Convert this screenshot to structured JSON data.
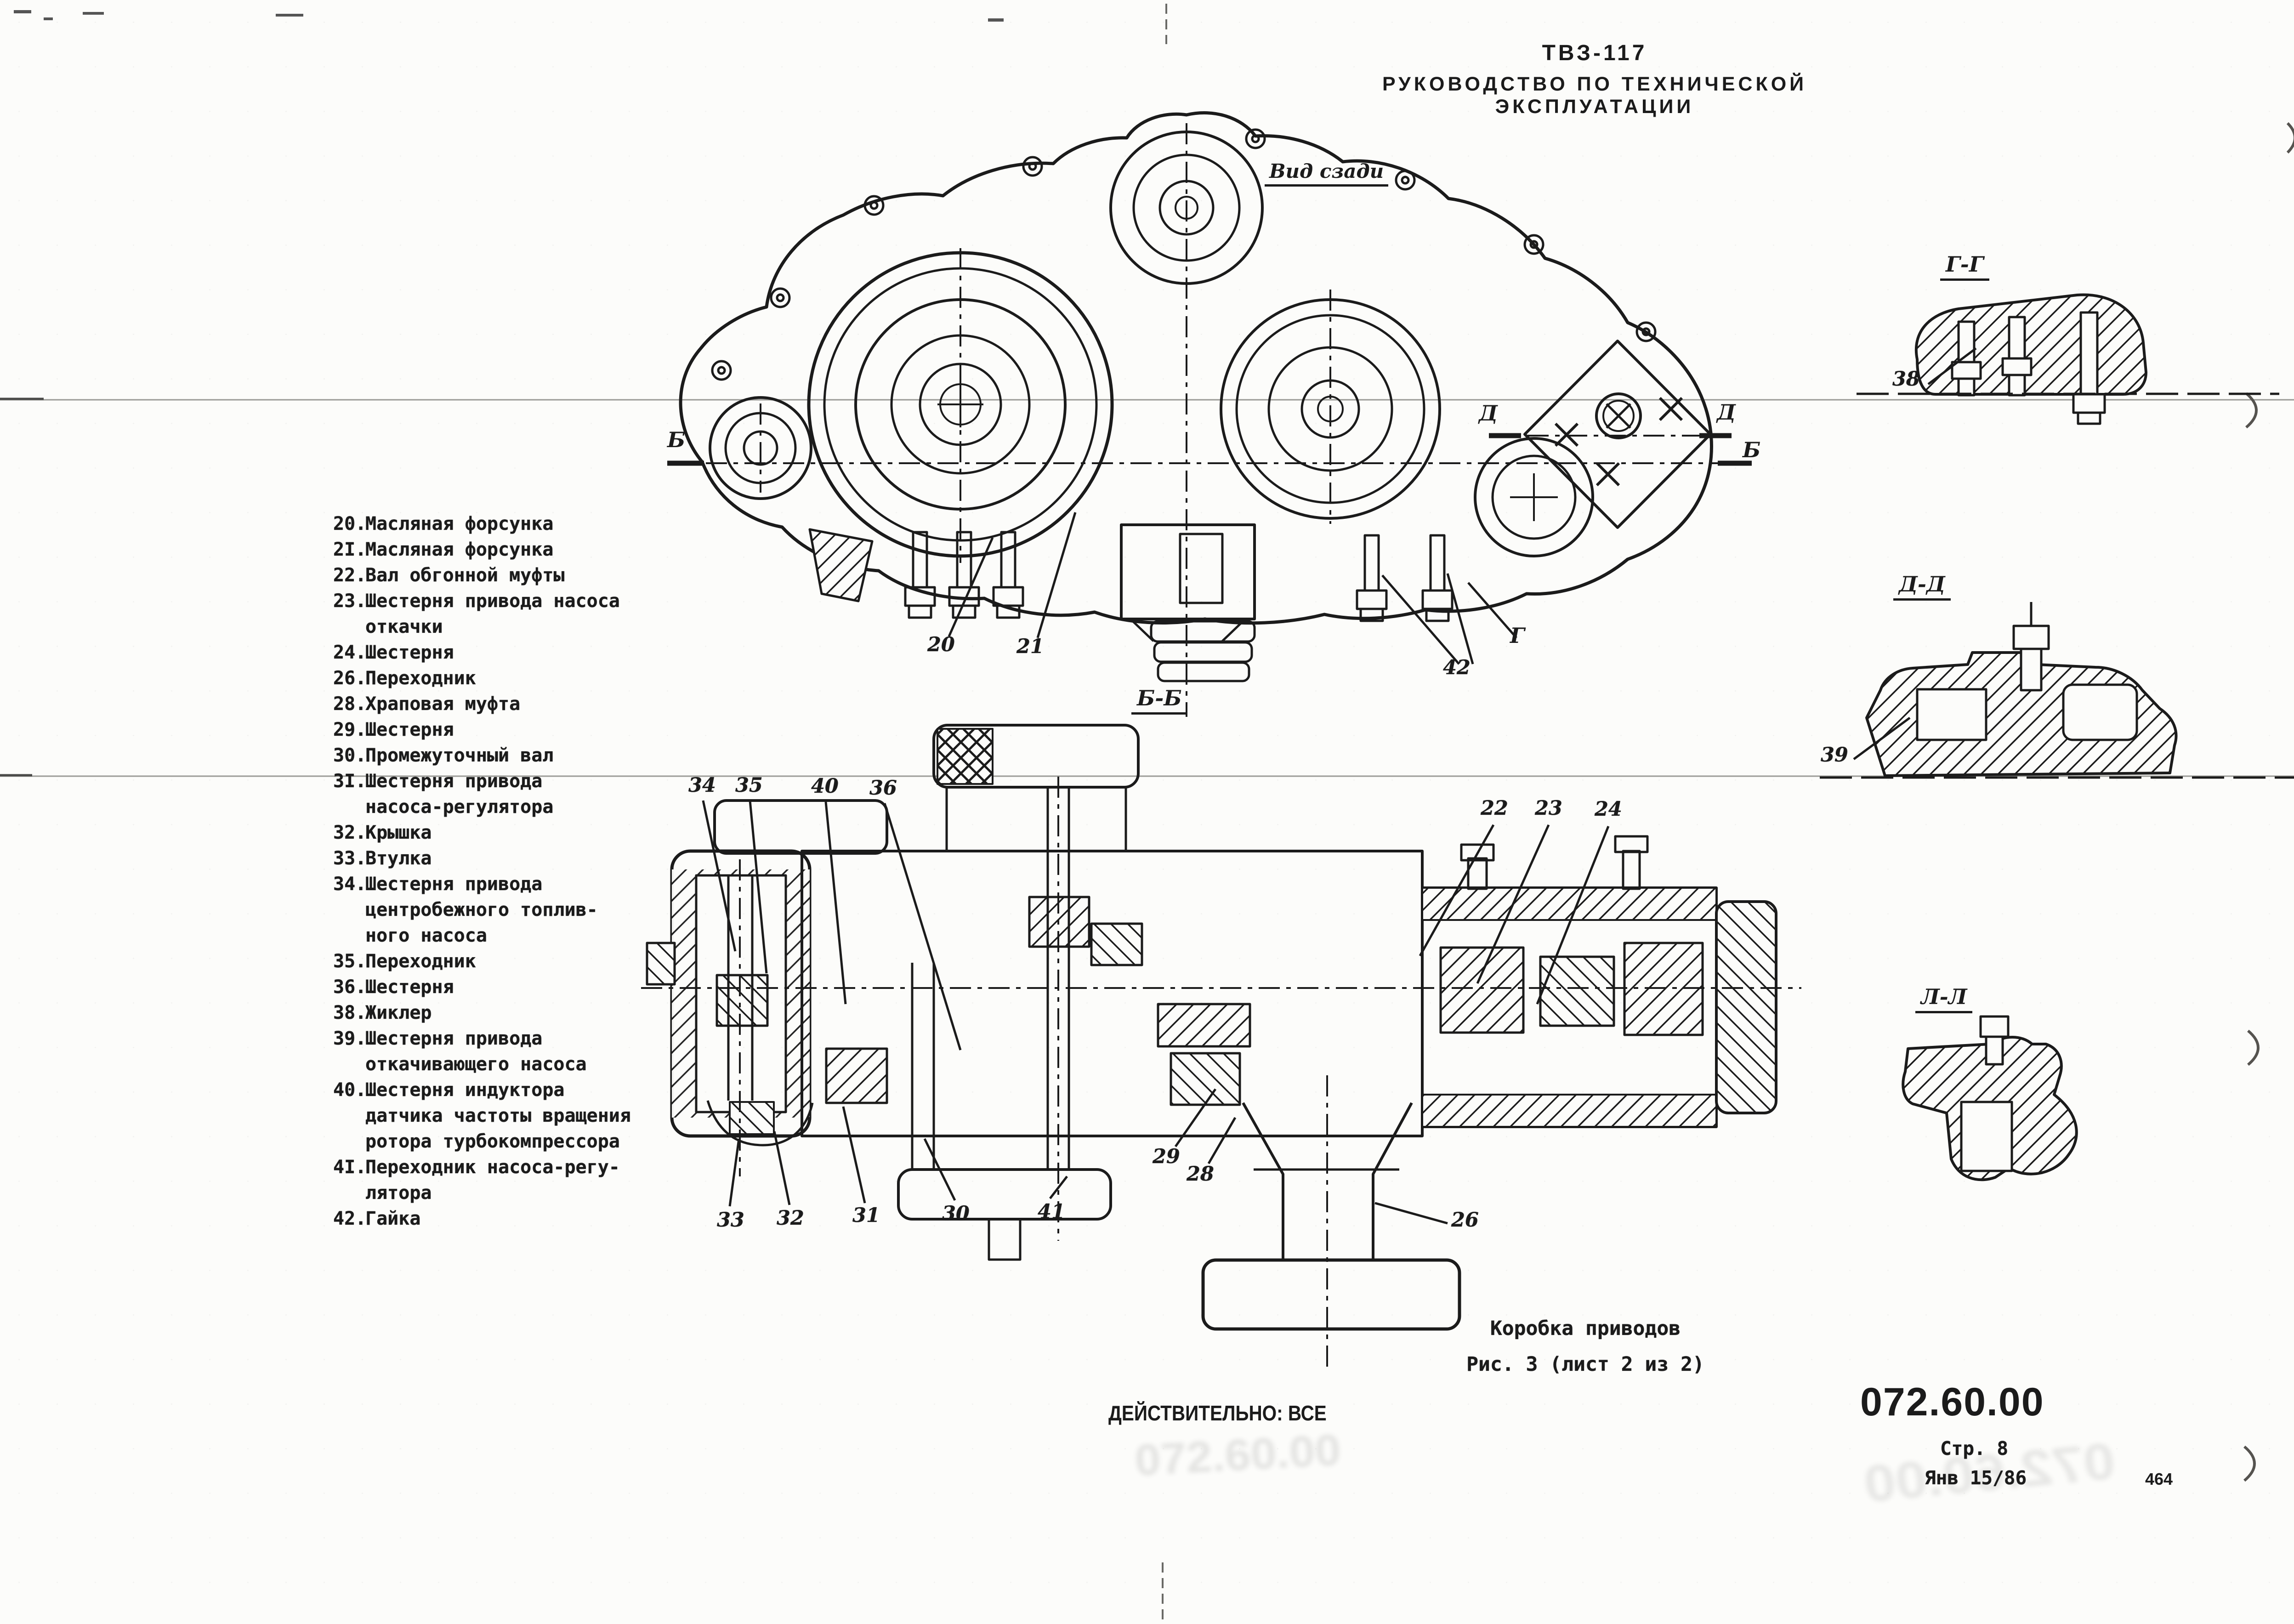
{
  "header": {
    "model": "ТВЗ-117",
    "title": "РУКОВОДСТВО ПО ТЕХНИЧЕСКОЙ ЭКСПЛУАТАЦИИ"
  },
  "parts_list": [
    {
      "num": "20.",
      "text": "Масляная форсунка"
    },
    {
      "num": "2I.",
      "text": "Масляная форсунка"
    },
    {
      "num": "22.",
      "text": "Вал обгонной муфты"
    },
    {
      "num": "23.",
      "text": "Шестерня привода насоса\nоткачки"
    },
    {
      "num": "24.",
      "text": "Шестерня"
    },
    {
      "num": "26.",
      "text": "Переходник"
    },
    {
      "num": "28.",
      "text": "Храповая муфта"
    },
    {
      "num": "29.",
      "text": "Шестерня"
    },
    {
      "num": "30.",
      "text": "Промежуточный вал"
    },
    {
      "num": "3I.",
      "text": "Шестерня привода\nнасоса-регулятора"
    },
    {
      "num": "32.",
      "text": "Крышка"
    },
    {
      "num": "33.",
      "text": "Втулка"
    },
    {
      "num": "34.",
      "text": "Шестерня привода\nцентробежного топлив-\nного насоса"
    },
    {
      "num": "35.",
      "text": "Переходник"
    },
    {
      "num": "36.",
      "text": "Шестерня"
    },
    {
      "num": "38.",
      "text": "Жиклер"
    },
    {
      "num": "39.",
      "text": "Шестерня привода\nоткачивающего насоса"
    },
    {
      "num": "40.",
      "text": "Шестерня индуктора\nдатчика частоты вращения\nротора турбокомпрессора"
    },
    {
      "num": "4I.",
      "text": "Переходник насоса-регу-\nлятора"
    },
    {
      "num": "42.",
      "text": "Гайка"
    }
  ],
  "drawing": {
    "rear_view_label": "Вид сзади",
    "section_labels": {
      "bb": "Б-Б",
      "gg": "Г-Г",
      "dd": "Д-Д",
      "ll": "Л-Л"
    },
    "markers": {
      "b": "Б",
      "d": "Д",
      "g": "Г"
    },
    "callouts": {
      "c20": "20",
      "c21": "21",
      "c22": "22",
      "c23": "23",
      "c24": "24",
      "c26": "26",
      "c28": "28",
      "c29": "29",
      "c30": "30",
      "c31": "31",
      "c32": "32",
      "c33": "33",
      "c34": "34",
      "c35": "35",
      "c36": "36",
      "c38": "38",
      "c39": "39",
      "c40": "40",
      "c41": "41",
      "c42": "42"
    }
  },
  "caption": {
    "title": "Коробка приводов",
    "figure": "Рис. 3 (лист 2 из 2)"
  },
  "validity": "ДЕЙСТВИТЕЛЬНО: ВСЕ",
  "footer": {
    "document_number": "072.60.00",
    "page": "Стр. 8",
    "date": "Янв 15/86",
    "print_code": "464"
  },
  "artifacts": {
    "bleed_through": "072.60.00"
  },
  "colors": {
    "ink": "#1b1b1b",
    "paper": "#fcfcfa"
  }
}
